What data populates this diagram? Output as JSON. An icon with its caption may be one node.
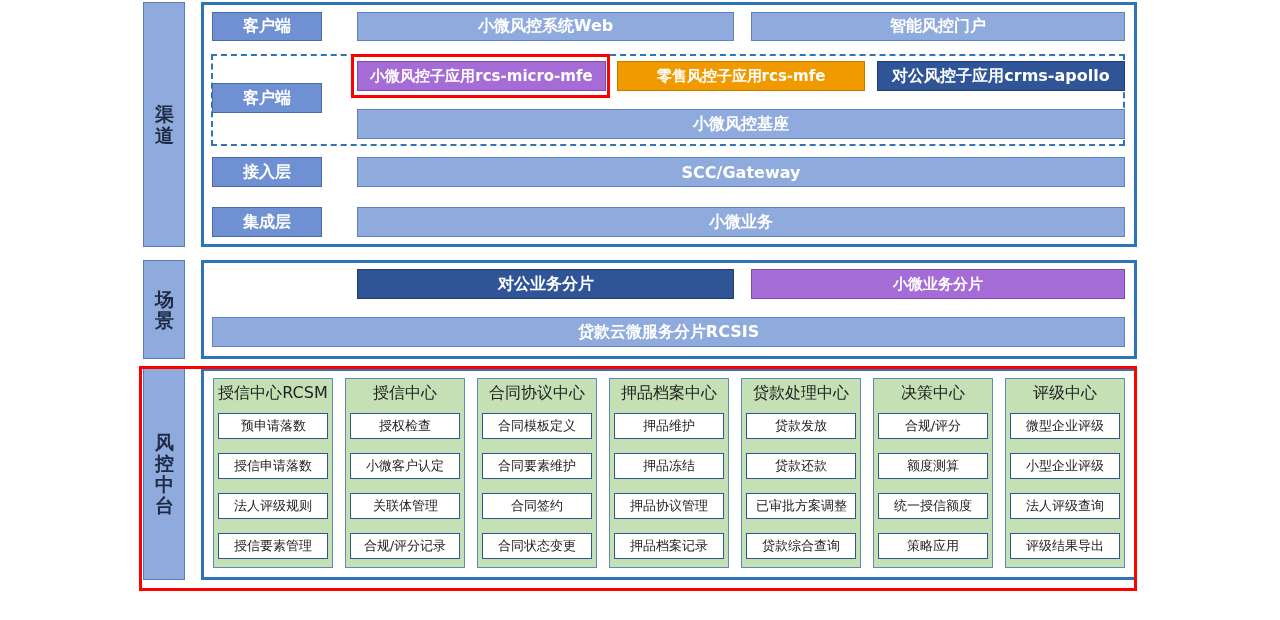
{
  "diagram": {
    "nodes": [
      {
        "text": [
          "渠道"
        ]
      },
      {
        "text": [],
        "shape": "box"
      },
      {
        "text": [
          "客户端"
        ],
        "in": 1
      },
      {
        "text": [
          "小微风控系统Web"
        ],
        "in": 1
      },
      {
        "text": [
          "智能风控门户"
        ],
        "in": 1
      },
      {
        "text": [],
        "shape": "box",
        "in": 1
      },
      {
        "text": [
          "客户端"
        ],
        "in": 5
      },
      {
        "text": [
          "小微风控子应用rcs-micro-mfe"
        ],
        "in": 5
      },
      {
        "text": [
          "零售风控子应用rcs-mfe"
        ],
        "in": 5
      },
      {
        "text": [
          "对公风控子应用crms-apollo"
        ],
        "in": 5
      },
      {
        "text": [
          "小微风控基座"
        ],
        "in": 5
      },
      {
        "text": [
          "接入层"
        ],
        "in": 1
      },
      {
        "text": [
          "SCC/Gateway"
        ],
        "in": 1
      },
      {
        "text": [
          "集成层"
        ],
        "in": 1
      },
      {
        "text": [
          "小微业务"
        ],
        "in": 1
      },
      {
        "text": [
          "场景"
        ]
      },
      {
        "text": [],
        "shape": "box"
      },
      {
        "text": [
          "对公业务分片"
        ],
        "in": 16
      },
      {
        "text": [
          "小微业务分片"
        ],
        "in": 16
      },
      {
        "text": [
          "贷款云微服务分片RCSIS"
        ],
        "in": 16
      },
      {
        "text": [
          "风控中台"
        ]
      },
      {
        "text": [],
        "shape": "box"
      },
      {
        "text": [
          "授信中心RCSM"
        ],
        "in": 21
      },
      {
        "text": [
          "预申请落数"
        ],
        "in": 22
      },
      {
        "text": [
          "授信申请落数"
        ],
        "in": 22
      },
      {
        "text": [
          "法人评级规则"
        ],
        "in": 22
      },
      {
        "text": [
          "授信要素管理"
        ],
        "in": 22
      },
      {
        "text": [
          "授信中心"
        ],
        "in": 21
      },
      {
        "text": [
          "授权检查"
        ],
        "in": 27
      },
      {
        "text": [
          "小微客户认定"
        ],
        "in": 27
      },
      {
        "text": [
          "关联体管理"
        ],
        "in": 27
      },
      {
        "text": [
          "合规/评分记录"
        ],
        "in": 27
      },
      {
        "text": [
          "合同协议中心"
        ],
        "in": 21
      },
      {
        "text": [
          "合同模板定义"
        ],
        "in": 32
      },
      {
        "text": [
          "合同要素维护"
        ],
        "in": 32
      },
      {
        "text": [
          "合同签约"
        ],
        "in": 32
      },
      {
        "text": [
          "合同状态变更"
        ],
        "in": 32
      },
      {
        "text": [
          "押品档案中心"
        ],
        "in": 21
      },
      {
        "text": [
          "押品维护"
        ],
        "in": 37
      },
      {
        "text": [
          "押品冻结"
        ],
        "in": 37
      },
      {
        "text": [
          "押品协议管理"
        ],
        "in": 37
      },
      {
        "text": [
          "押品档案记录"
        ],
        "in": 37
      },
      {
        "text": [
          "贷款处理中心"
        ],
        "in": 21
      },
      {
        "text": [
          "贷款发放"
        ],
        "in": 42
      },
      {
        "text": [
          "贷款还款"
        ],
        "in": 42
      },
      {
        "text": [
          "已审批方案调整"
        ],
        "in": 42
      },
      {
        "text": [
          "贷款综合查询"
        ],
        "in": 42
      },
      {
        "text": [
          "决策中心"
        ],
        "in": 21
      },
      {
        "text": [
          "合规/评分"
        ],
        "in": 47
      },
      {
        "text": [
          "额度测算"
        ],
        "in": 47
      },
      {
        "text": [
          "统一授信额度"
        ],
        "in": 47
      },
      {
        "text": [
          "策略应用"
        ],
        "in": 47
      },
      {
        "text": [
          "评级中心"
        ],
        "in": 21
      },
      {
        "text": [
          "微型企业评级"
        ],
        "in": 52
      },
      {
        "text": [
          "小型企业评级"
        ],
        "in": 52
      },
      {
        "text": [
          "法人评级查询"
        ],
        "in": 52
      },
      {
        "text": [
          "评级结果导出"
        ],
        "in": 52
      }
    ]
  }
}
